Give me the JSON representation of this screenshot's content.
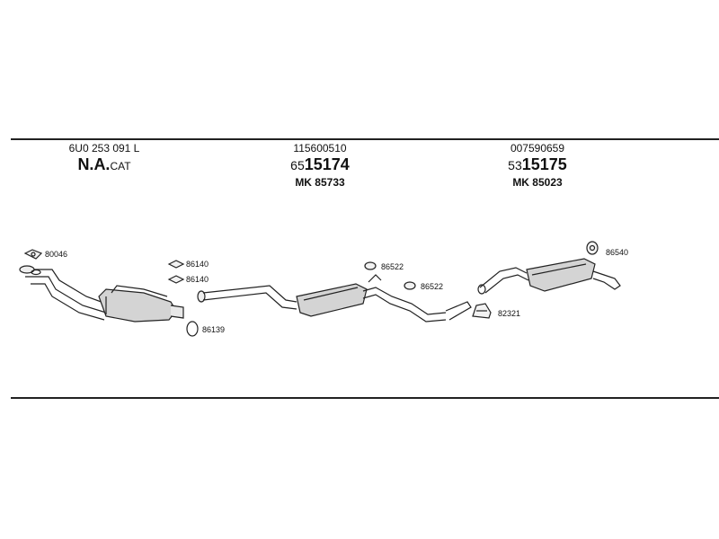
{
  "columns": [
    {
      "part_number": "6U0 253 091 L",
      "main_prefix": "N.A.",
      "main_number": "",
      "main_suffix": "CAT",
      "mk": ""
    },
    {
      "part_number": "115600510",
      "main_prefix": "65",
      "main_number": "15174",
      "main_suffix": "",
      "mk": "MK 85733"
    },
    {
      "part_number": "007590659",
      "main_prefix": "53",
      "main_number": "15175",
      "main_suffix": "",
      "mk": "MK 85023"
    }
  ],
  "callouts": {
    "c80046": "80046",
    "c86140a": "86140",
    "c86140b": "86140",
    "c86139": "86139",
    "c86522a": "86522",
    "c86522b": "86522",
    "c82321": "82321",
    "c86540": "86540"
  }
}
